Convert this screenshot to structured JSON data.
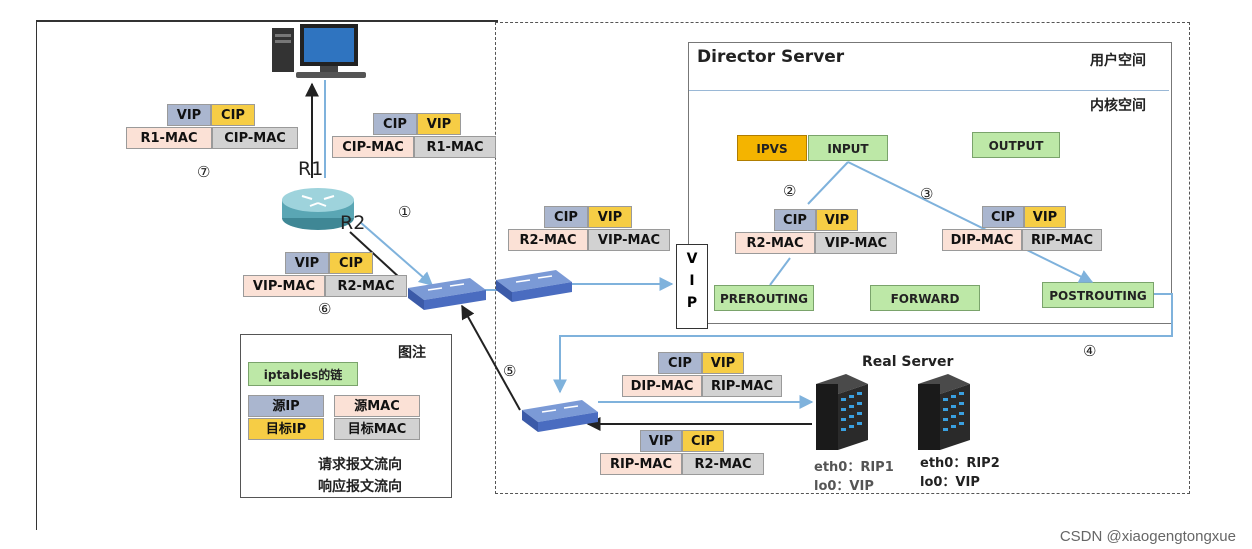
{
  "director": {
    "title": "Director Server",
    "user_space": "用户空间",
    "kernel_space": "内核空间"
  },
  "chains": {
    "ipvs": "IPVS",
    "input": "INPUT",
    "output": "OUTPUT",
    "prerouting": "PREROUTING",
    "forward": "FORWARD",
    "postrouting": "POSTROUTING"
  },
  "vip_letters": [
    "V",
    "I",
    "P"
  ],
  "router_labels": {
    "r1": "R1",
    "r2": "R2"
  },
  "step_numbers": [
    "①",
    "②",
    "③",
    "④",
    "⑤",
    "⑥",
    "⑦"
  ],
  "packets": {
    "p7": {
      "top": [
        "VIP",
        "CIP"
      ],
      "bottom": [
        "R1-MAC",
        "CIP-MAC"
      ]
    },
    "p1": {
      "top": [
        "CIP",
        "VIP"
      ],
      "bottom": [
        "CIP-MAC",
        "R1-MAC"
      ]
    },
    "p_r2": {
      "top": [
        "CIP",
        "VIP"
      ],
      "bottom": [
        "R2-MAC",
        "VIP-MAC"
      ]
    },
    "p2": {
      "top": [
        "CIP",
        "VIP"
      ],
      "bottom": [
        "R2-MAC",
        "VIP-MAC"
      ]
    },
    "p3": {
      "top": [
        "CIP",
        "VIP"
      ],
      "bottom": [
        "DIP-MAC",
        "RIP-MAC"
      ]
    },
    "p6": {
      "top": [
        "VIP",
        "CIP"
      ],
      "bottom": [
        "VIP-MAC",
        "R2-MAC"
      ]
    },
    "p_dip": {
      "top": [
        "CIP",
        "VIP"
      ],
      "bottom": [
        "DIP-MAC",
        "RIP-MAC"
      ]
    },
    "p_rip": {
      "top": [
        "VIP",
        "CIP"
      ],
      "bottom": [
        "RIP-MAC",
        "R2-MAC"
      ]
    }
  },
  "real_server": {
    "title": "Real Server",
    "rs1": {
      "eth": "eth0：RIP1",
      "lo": "lo0：VIP"
    },
    "rs2": {
      "eth": "eth0：RIP2",
      "lo": "lo0：VIP"
    }
  },
  "legend": {
    "title": "图注",
    "chain_label": "iptables的链",
    "src_ip": "源IP",
    "src_mac": "源MAC",
    "dst_ip": "目标IP",
    "dst_mac": "目标MAC",
    "request_flow": "请求报文流向",
    "response_flow": "响应报文流向"
  },
  "watermark": "CSDN @xiaogengtongxue",
  "colors": {
    "ip_src": "#aab6cf",
    "ip_dst": "#f6cd45",
    "mac_src": "#fbe1d6",
    "mac_dst": "#d2d2d2",
    "chain_green": "#bde8a7",
    "ipvs_orange": "#f4b400",
    "request_arrow": "#7fb2dc",
    "response_arrow": "#222222"
  }
}
